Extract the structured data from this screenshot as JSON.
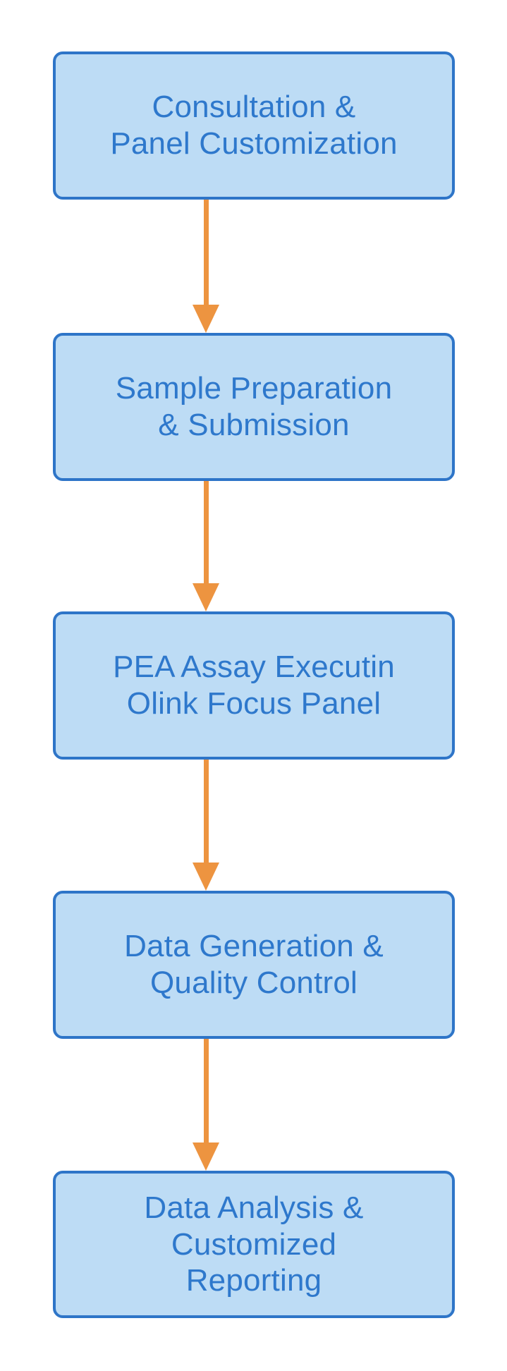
{
  "diagram": {
    "type": "vertical-flowchart",
    "orientation": "top-to-bottom",
    "colors": {
      "node_fill": "#BDDCF5",
      "node_border": "#2E75C8",
      "node_text": "#2E78CC",
      "arrow": "#ED9440",
      "background": "#FFFFFF"
    },
    "nodes": [
      {
        "id": "consultation-panel-customization",
        "label": "Consultation &\nPanel Customization",
        "line1": "Consultation &",
        "line2": "Panel Customization"
      },
      {
        "id": "sample-preparation-submission",
        "label": "Sample Preparation\n& Submission",
        "line1": "Sample Preparation",
        "line2": "& Submission"
      },
      {
        "id": "pea-assay-execution",
        "label": "PEA Assay Executin\nOlink Focus Panel",
        "line1": "PEA Assay Executin",
        "line2": "Olink Focus Panel"
      },
      {
        "id": "data-generation-quality-control",
        "label": "Data Generation &\nQuality Control",
        "line1": "Data Generation &",
        "line2": "Quality Control"
      },
      {
        "id": "data-analysis-customized-reporting",
        "label": "Data Analysis &\nCustomized\nReporting",
        "line1": "Data Analysis &",
        "line2": "Customized",
        "line3": "Reporting"
      }
    ],
    "connectors": [
      {
        "id": "arrow-1",
        "from": "consultation-panel-customization",
        "to": "sample-preparation-submission",
        "glyph": "down-arrow"
      },
      {
        "id": "arrow-2",
        "from": "sample-preparation-submission",
        "to": "pea-assay-execution",
        "glyph": "down-arrow"
      },
      {
        "id": "arrow-3",
        "from": "pea-assay-execution",
        "to": "data-generation-quality-control",
        "glyph": "down-arrow"
      },
      {
        "id": "arrow-4",
        "from": "data-generation-quality-control",
        "to": "data-analysis-customized-reporting",
        "glyph": "down-arrow"
      }
    ]
  }
}
